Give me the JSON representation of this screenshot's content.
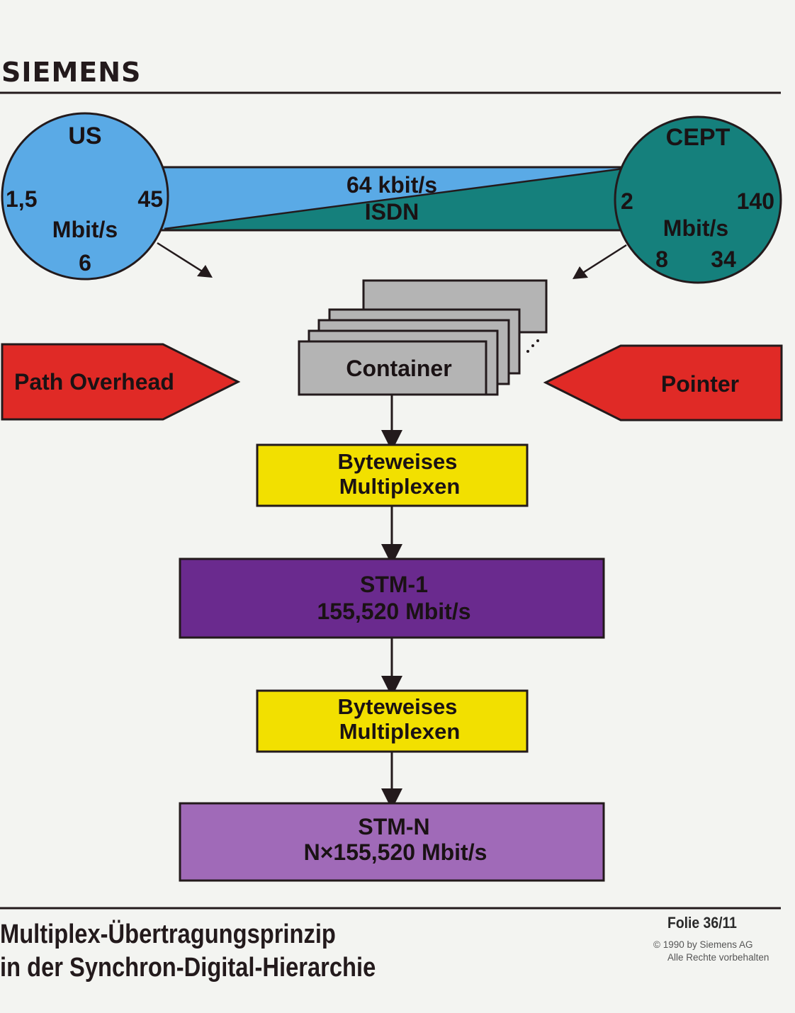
{
  "header": {
    "brand": "SIEMENS"
  },
  "us_circle": {
    "title": "US",
    "rates": [
      "1,5",
      "45",
      "6"
    ],
    "unit": "Mbit/s",
    "color": "#5aaae6"
  },
  "cept_circle": {
    "title": "CEPT",
    "rates": [
      "2",
      "140",
      "8",
      "34"
    ],
    "unit": "Mbit/s",
    "color": "#15807c"
  },
  "band": {
    "line1": "64 kbit/s",
    "line2": "ISDN"
  },
  "container": {
    "label": "Container",
    "color": "#b4b4b4"
  },
  "path_overhead": {
    "label": "Path Overhead",
    "color": "#e02a26"
  },
  "pointer": {
    "label": "Pointer",
    "color": "#e02a26"
  },
  "flow": [
    {
      "line1": "Byteweises",
      "line2": "Multiplexen",
      "color": "#f2e000"
    },
    {
      "line1": "STM-1",
      "line2": "155,520 Mbit/s",
      "color": "#6a2a8e"
    },
    {
      "line1": "Byteweises",
      "line2": "Multiplexen",
      "color": "#f2e000"
    },
    {
      "line1": "STM-N",
      "line2": "N×155,520 Mbit/s",
      "color": "#a06ab8"
    }
  ],
  "footer": {
    "title_line1": "Multiplex-Übertragungsprinzip",
    "title_line2": "in der Synchron-Digital-Hierarchie",
    "folie": "Folie 36/11",
    "copyright": "© 1990 by Siemens AG",
    "rights": "Alle Rechte vorbehalten"
  }
}
